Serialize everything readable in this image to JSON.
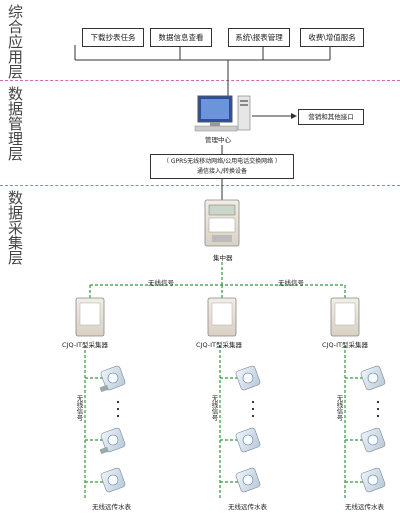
{
  "layers": {
    "application": "综合应用层",
    "management": "数据管理层",
    "collection": "数据采集层"
  },
  "app_services": [
    "下载抄表任务",
    "数据信息查看",
    "系统\\报表管理",
    "收费\\增值服务"
  ],
  "management": {
    "center_label": "管理中心",
    "port_label": "营销和其他接口",
    "network_line1": "（ GPRS无线移动网络/公用电话交换网络 ）",
    "network_line2": "通信接入/转换设备"
  },
  "collection": {
    "concentrator_label": "集中器",
    "wireless_signal": "无线信号",
    "collectors": [
      "CJQ-IT型采集器",
      "CJQ-IT型采集器",
      "CJQ-IT型采集器"
    ],
    "meters_label": "无线远传水表"
  },
  "colors": {
    "divider": "#d36aa6",
    "wireless_link": "#2e9a3a",
    "solid_line": "#333333"
  }
}
